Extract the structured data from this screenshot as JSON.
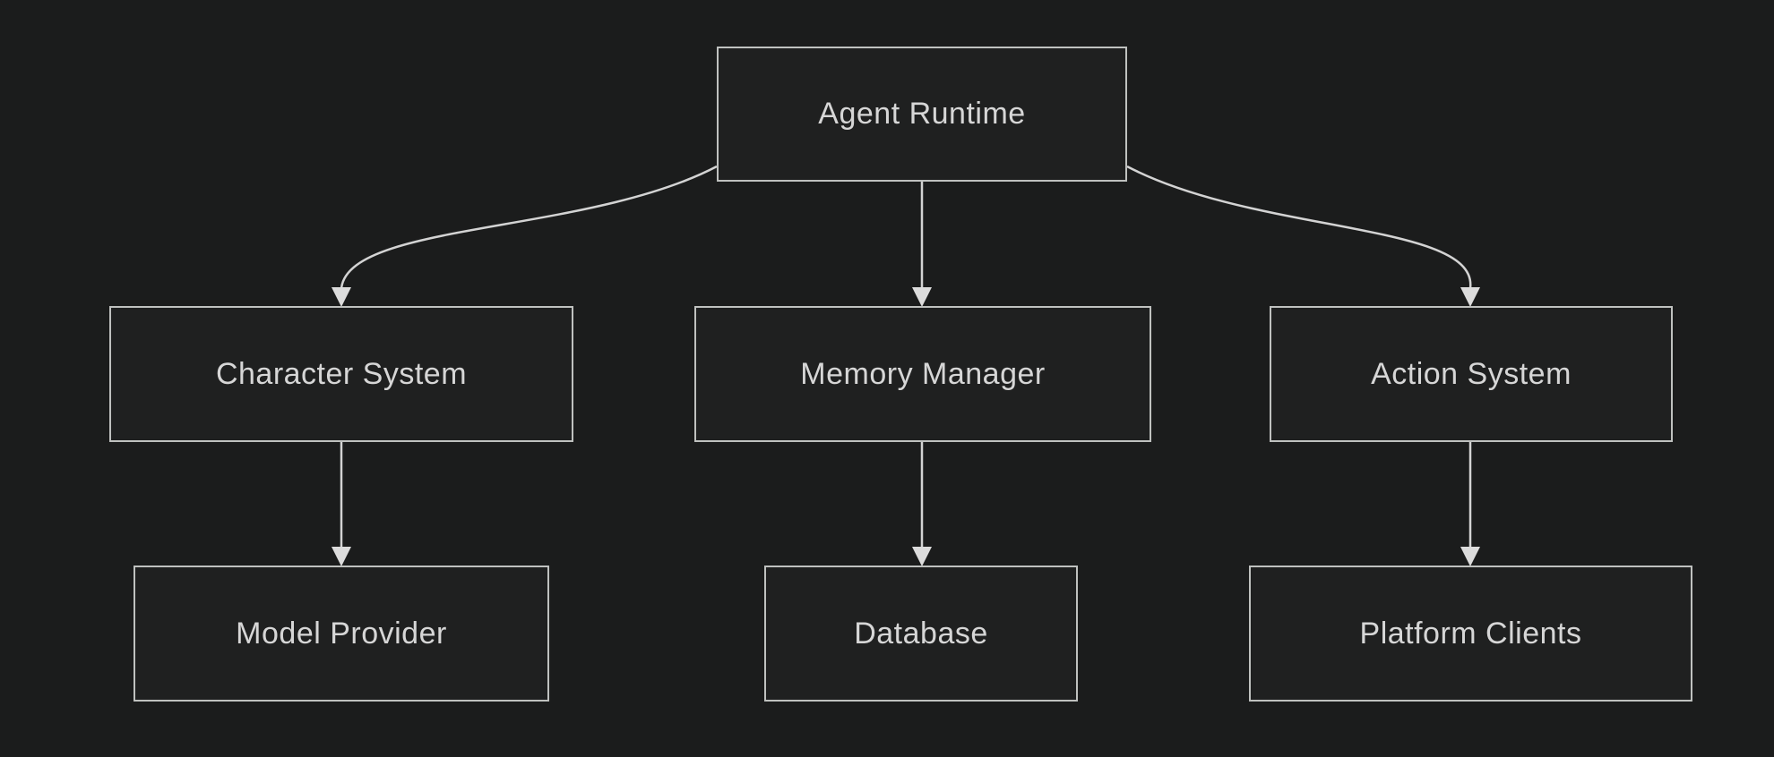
{
  "diagram": {
    "type": "flowchart",
    "direction": "top-down",
    "colors": {
      "background": "#1b1c1c",
      "node_fill": "#1f2020",
      "node_border": "#bfc1bf",
      "edge_line": "#d3d3d3",
      "label_text": "#d6d6d6"
    },
    "nodes": [
      {
        "id": "agent-runtime",
        "label": "Agent Runtime",
        "row": 0
      },
      {
        "id": "character-system",
        "label": "Character System",
        "row": 1
      },
      {
        "id": "memory-manager",
        "label": "Memory Manager",
        "row": 1
      },
      {
        "id": "action-system",
        "label": "Action System",
        "row": 1
      },
      {
        "id": "model-provider",
        "label": "Model Provider",
        "row": 2
      },
      {
        "id": "database",
        "label": "Database",
        "row": 2
      },
      {
        "id": "platform-clients",
        "label": "Platform Clients",
        "row": 2
      }
    ],
    "edges": [
      {
        "from": "agent-runtime",
        "to": "character-system",
        "arrow": "filled-triangle"
      },
      {
        "from": "agent-runtime",
        "to": "memory-manager",
        "arrow": "filled-triangle"
      },
      {
        "from": "agent-runtime",
        "to": "action-system",
        "arrow": "filled-triangle"
      },
      {
        "from": "character-system",
        "to": "model-provider",
        "arrow": "filled-triangle"
      },
      {
        "from": "memory-manager",
        "to": "database",
        "arrow": "filled-triangle"
      },
      {
        "from": "action-system",
        "to": "platform-clients",
        "arrow": "filled-triangle"
      }
    ]
  }
}
